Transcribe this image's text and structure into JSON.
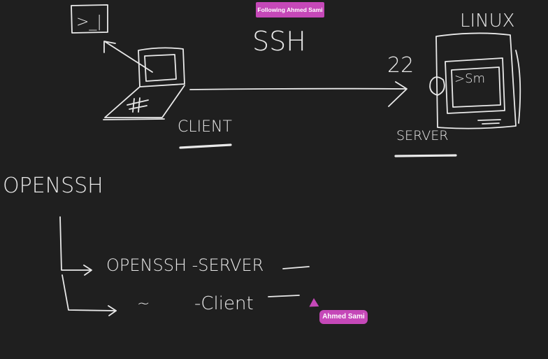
{
  "follow_badge": {
    "label": "Following Ahmed Sami",
    "color": "#c548b8"
  },
  "cursor": {
    "user_name": "Ahmed Sami",
    "color": "#c548b8"
  },
  "canvas": {
    "background": "#1f1f1f",
    "ink_color": "#e9e9e9",
    "labels": {
      "title": "SSH",
      "linux": "LINUX",
      "port": "22",
      "client": "CLIENT",
      "server": "SERVER",
      "ssh_prompt": ">Sm",
      "terminal_prompt": ">_|",
      "openssh": "OPENSSH",
      "openssh_server": "OPENSSH -SERVER",
      "ditto": "~",
      "client_branch": "-Client"
    }
  }
}
